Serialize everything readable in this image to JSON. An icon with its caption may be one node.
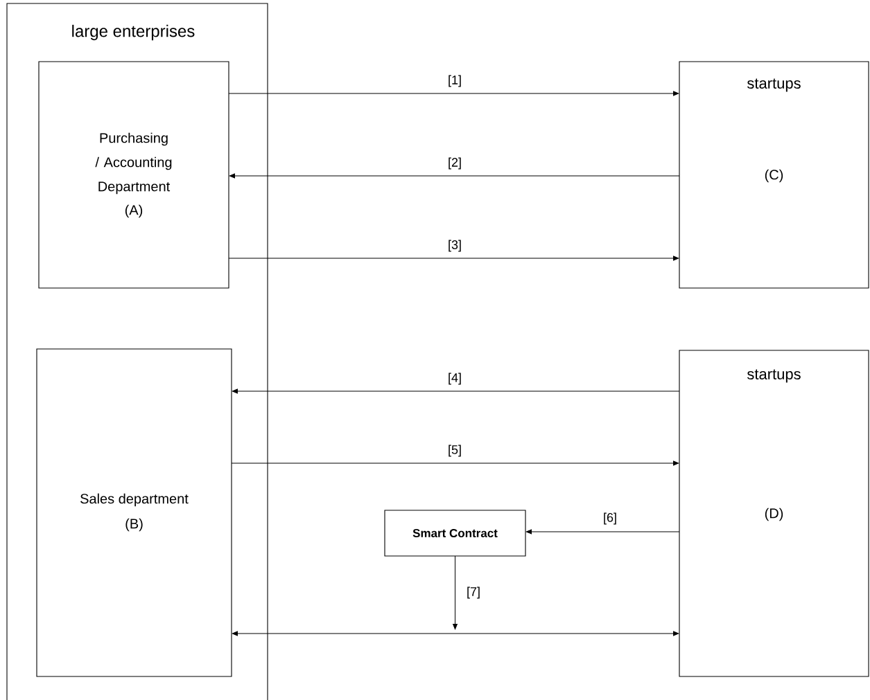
{
  "diagram": {
    "nodes": [
      {
        "text": [
          "large enterprises"
        ]
      },
      {
        "text": [
          "Purchasing / Accounting Department",
          "(A)"
        ],
        "in": 0
      },
      {
        "text": [
          "Sales department",
          "(B)"
        ],
        "in": 0
      },
      {
        "text": [
          "startups",
          "(C)"
        ]
      },
      {
        "text": [
          "startups",
          "(D)"
        ]
      },
      {
        "text": [
          "Smart Contract"
        ]
      }
    ],
    "edges": [
      {
        "from": 1,
        "to": 3,
        "arrow": "to",
        "label": "[1]"
      },
      {
        "from": 3,
        "to": 1,
        "arrow": "to",
        "label": "[2]"
      },
      {
        "from": 1,
        "to": 3,
        "arrow": "to",
        "label": "[3]"
      },
      {
        "from": 4,
        "to": 2,
        "arrow": "to",
        "label": "[4]"
      },
      {
        "from": 2,
        "to": 4,
        "arrow": "to",
        "label": "[5]"
      },
      {
        "from": 4,
        "to": 5,
        "arrow": "to",
        "label": "[6]"
      },
      {
        "from": 5,
        "to": null,
        "arrow": "to",
        "label": "[7]"
      },
      {
        "from": 2,
        "to": 4,
        "arrow": "both"
      }
    ]
  }
}
